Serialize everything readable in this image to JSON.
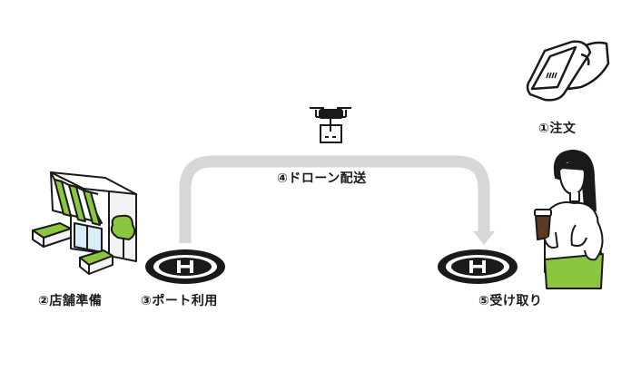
{
  "steps": {
    "order": "①注文",
    "store_prep": "②店舗準備",
    "port_use": "③ポート利用",
    "drone_delivery": "④ドローン配送",
    "receive": "⑤受け取り"
  },
  "icons": {
    "phone": "smartphone-in-hand-icon",
    "drone": "drone-with-package-icon",
    "store": "storefront-icon",
    "takeoff_pad": "helipad-icon",
    "landing_pad": "helipad-icon",
    "customer": "woman-holding-coffee-icon"
  },
  "colors": {
    "route_arrow": "#d7d7d7",
    "awning_green": "#8cc63f",
    "outline": "#1a1a1a"
  }
}
